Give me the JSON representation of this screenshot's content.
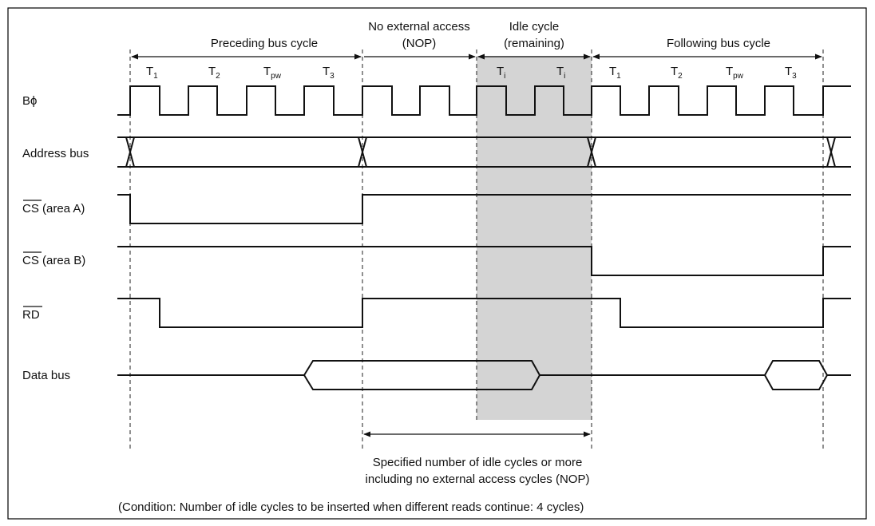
{
  "signals": {
    "clock": "Bϕ",
    "address_bus": "Address bus",
    "cs_a": {
      "bar": "CS",
      "rest": " (area A)"
    },
    "cs_b": {
      "bar": "CS",
      "rest": " (area B)"
    },
    "rd": {
      "bar": "RD"
    },
    "data_bus": "Data bus"
  },
  "headers": {
    "preceding": "Preceding bus cycle",
    "nop_line1": "No external access",
    "nop_line2": "(NOP)",
    "idle_line1": "Idle cycle",
    "idle_line2": "(remaining)",
    "following": "Following bus cycle"
  },
  "states": [
    {
      "base": "T",
      "sub": "1"
    },
    {
      "base": "T",
      "sub": "2"
    },
    {
      "base": "T",
      "sub": "pw"
    },
    {
      "base": "T",
      "sub": "3"
    },
    {
      "base": "T",
      "sub": "i"
    },
    {
      "base": "T",
      "sub": "i"
    },
    {
      "base": "T",
      "sub": "1"
    },
    {
      "base": "T",
      "sub": "2"
    },
    {
      "base": "T",
      "sub": "pw"
    },
    {
      "base": "T",
      "sub": "3"
    }
  ],
  "footnotes": {
    "spec_line1": "Specified number of idle cycles or more",
    "spec_line2": "including no external access cycles (NOP)",
    "condition": "(Condition:  Number of idle cycles to be inserted when different reads continue: 4 cycles)"
  },
  "colors": {
    "idle_shading": "#d4d4d4",
    "frame": "#000000",
    "line": "#111111"
  }
}
